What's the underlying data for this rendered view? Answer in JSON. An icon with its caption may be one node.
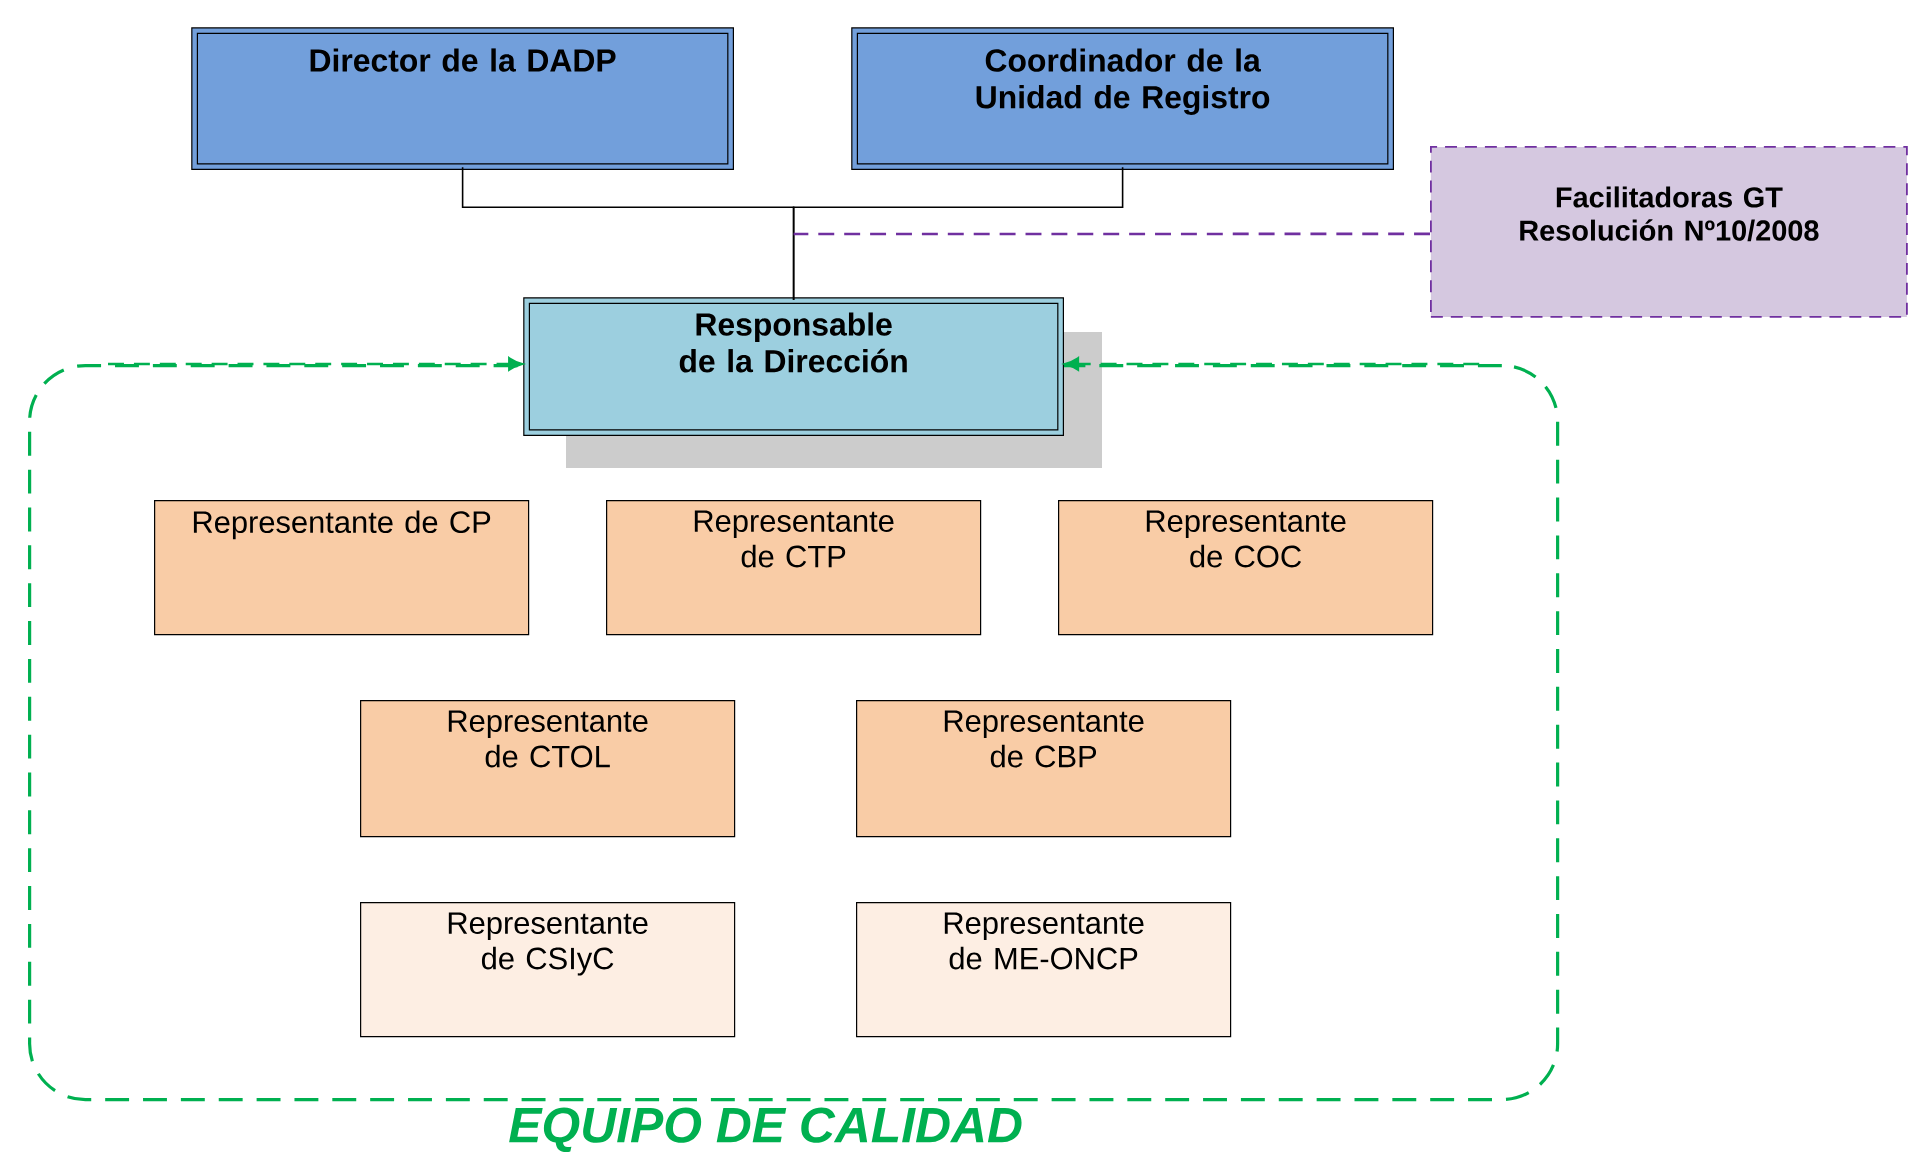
{
  "diagram": {
    "nodes": [
      {
        "text": [
          "Director de la DADP"
        ]
      },
      {
        "text": [
          "Coordinador de la Unidad de Registro"
        ]
      },
      {
        "text": [
          "Facilitadoras GT Resolución Nº10/2008"
        ]
      },
      {
        "text": [
          "EQUIPO DE CALIDAD"
        ]
      },
      {
        "text": [
          "Responsable de la Dirección"
        ]
      },
      {
        "text": [
          "Representante de CP"
        ],
        "in": 3
      },
      {
        "text": [
          "Representante de CTP"
        ],
        "in": 3
      },
      {
        "text": [
          "Representante de COC"
        ],
        "in": 3
      },
      {
        "text": [
          "Representante de CTOL"
        ],
        "in": 3
      },
      {
        "text": [
          "Representante de CBP"
        ],
        "in": 3
      },
      {
        "text": [
          "Representante de CSIyC"
        ],
        "in": 3
      },
      {
        "text": [
          "Representante de ME-ONCP"
        ],
        "in": 3
      }
    ],
    "edges": [
      {
        "from": 0,
        "to": 4,
        "arrow": "none"
      },
      {
        "from": 1,
        "to": 4,
        "arrow": "none"
      },
      {
        "from": 2,
        "to": 4,
        "arrow": "none",
        "style": "dashed",
        "color": "#7030a0"
      },
      {
        "from": 3,
        "to": 4,
        "arrow": "to",
        "style": "dashed",
        "color": "#00b050"
      },
      {
        "from": 3,
        "to": 4,
        "arrow": "to",
        "style": "dashed",
        "color": "#00b050"
      }
    ]
  }
}
